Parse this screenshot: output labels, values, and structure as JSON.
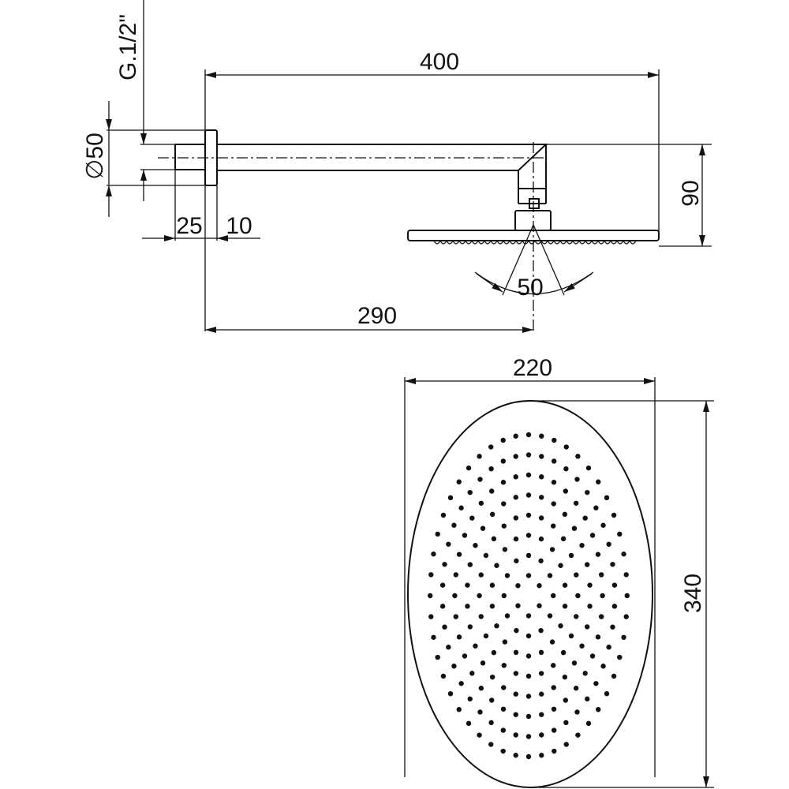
{
  "drawing": {
    "side_view": {
      "overall_length": "400",
      "height": "90",
      "thread": "G.1/2\"",
      "wall_plate_diameter": "∅50",
      "nipple_length": "25",
      "plate_thickness": "10",
      "spray_angle": "50",
      "center_distance": "290"
    },
    "top_view": {
      "width": "220",
      "length": "340"
    },
    "line_color": "#111111"
  }
}
